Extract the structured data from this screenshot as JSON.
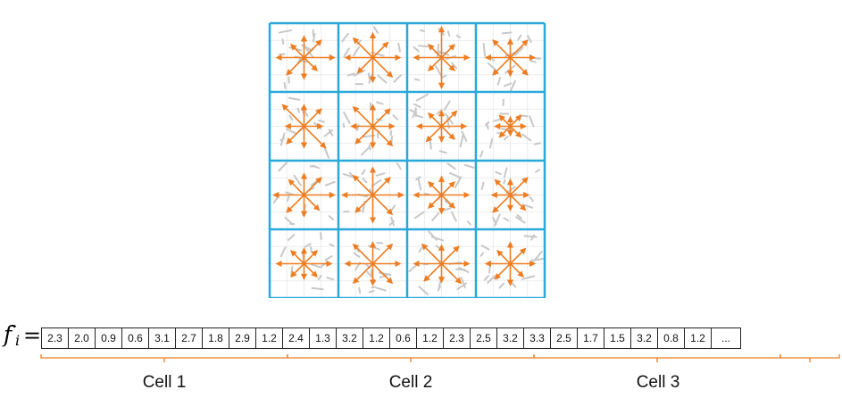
{
  "feature_vector": {
    "symbol": "f",
    "subscript": "i",
    "equals": "=",
    "values": [
      "2.3",
      "2.0",
      "0.9",
      "0.6",
      "3.1",
      "2.7",
      "1.8",
      "2.9",
      "1.2",
      "2.4",
      "1.3",
      "3.2",
      "1.2",
      "0.6",
      "1.2",
      "2.3",
      "2.5",
      "3.2",
      "3.3",
      "2.5",
      "1.7",
      "1.5",
      "3.2",
      "0.8",
      "1.2",
      "..."
    ]
  },
  "cell_labels": [
    "Cell 1",
    "Cell 2",
    "Cell 3"
  ],
  "colors": {
    "grid_border": "#29a8dc",
    "arrow": "#ee7d22",
    "faint_gradient": "#c8c8c8",
    "bracket": "#ee7d22"
  },
  "grid": {
    "rows": 4,
    "cols": 4
  }
}
